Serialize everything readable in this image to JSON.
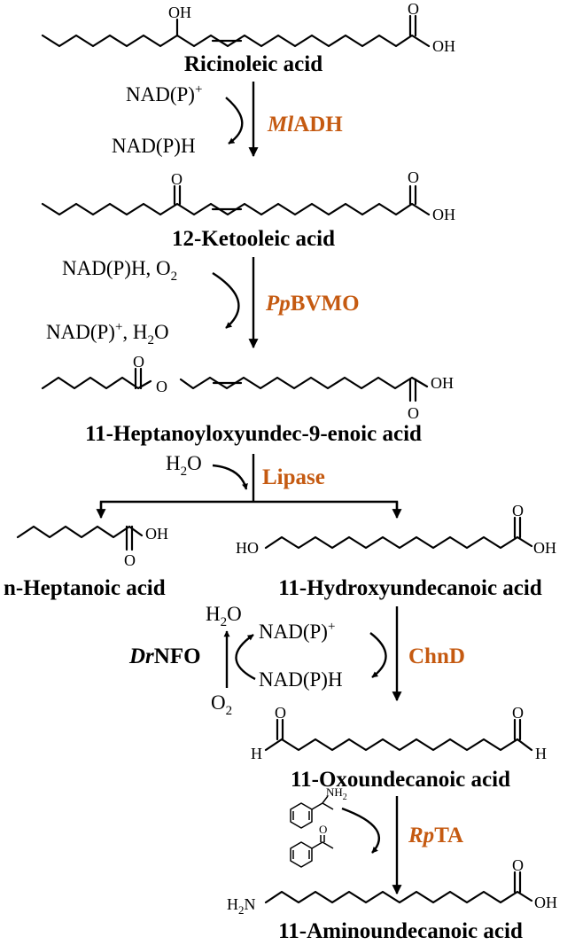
{
  "colors": {
    "enzyme": "#c55a11",
    "black": "#000000"
  },
  "compounds": {
    "ricinoleic": "Ricinoleic acid",
    "ketooleic": "12-Ketooleic acid",
    "heptanoyloxy": "11-Heptanoyloxyundec-9-enoic acid",
    "heptanoic": "n-Heptanoic acid",
    "hydroxyundecanoic": "11-Hydroxyundecanoic acid",
    "oxoundecanoic": "11-Oxoundecanoic acid",
    "aminoundecanoic": "11-Aminoundecanoic acid"
  },
  "enzymes": {
    "mladh_italic": "Ml",
    "mladh_rest": "ADH",
    "ppbvmo_italic": "Pp",
    "ppbvmo_rest": "BVMO",
    "lipase": "Lipase",
    "chnd": "ChnD",
    "rpta_italic": "Rp",
    "rpta_rest": "TA",
    "drnfo_italic": "Dr",
    "drnfo_rest": "NFO"
  },
  "cofactors": {
    "nadp_plus": "NAD(P)",
    "plus_sup": "+",
    "nadph": "NAD(P)H",
    "nadph_o2": "NAD(P)H, O",
    "o2_sub": "2",
    "nadp_plus_h2o_a": "NAD(P)",
    "nadp_plus_h2o_b": ", H",
    "h2o_sub": "2",
    "h2o_o": "O",
    "h2o_h": "H",
    "h2o_2": "2",
    "h2o_tail": "O",
    "o2_o": "O"
  },
  "atoms": {
    "oh": "OH",
    "o": "O",
    "ho": "HO",
    "h": "H",
    "h2n_h": "H",
    "h2n_2": "2",
    "h2n_n": "N",
    "nh2_nh": "NH",
    "nh2_2": "2"
  }
}
